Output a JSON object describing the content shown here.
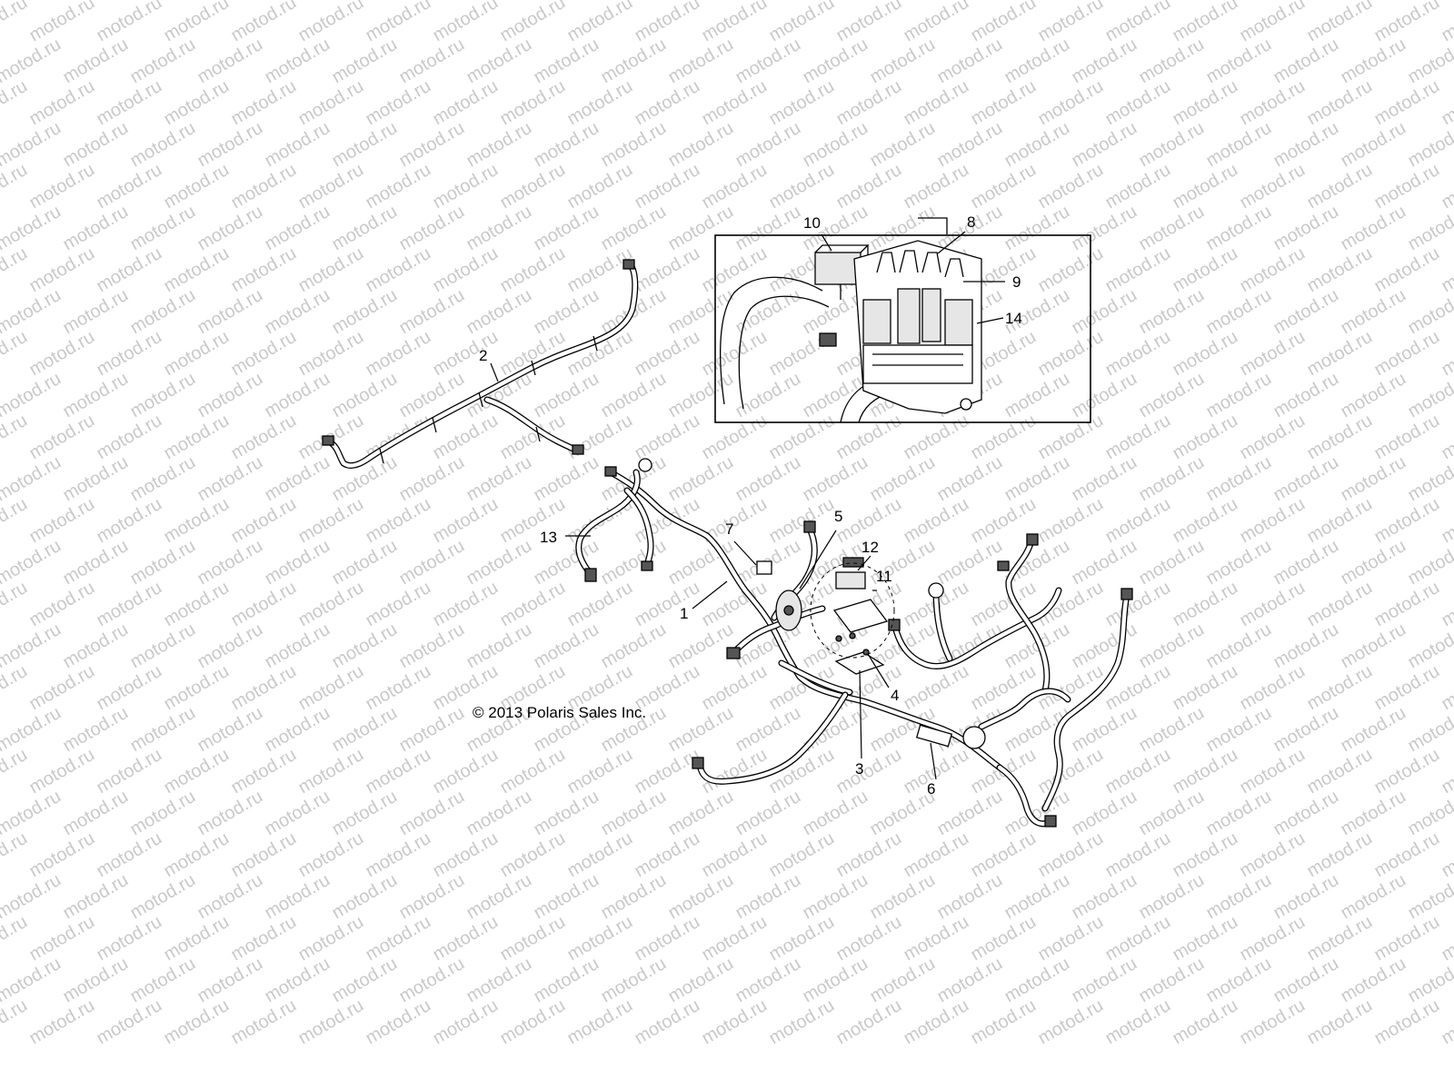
{
  "watermark": {
    "text": "motod.ru"
  },
  "callouts": [
    "1",
    "2",
    "3",
    "4",
    "5",
    "6",
    "7",
    "8",
    "9",
    "10",
    "11",
    "12",
    "13",
    "14"
  ],
  "copyright": "© 2013 Polaris Sales Inc."
}
